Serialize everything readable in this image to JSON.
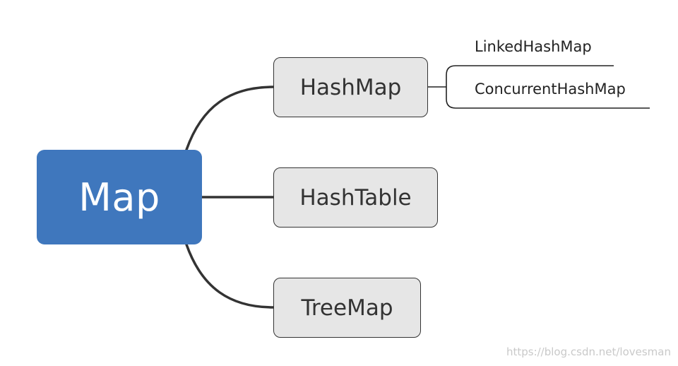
{
  "diagram": {
    "root": {
      "label": "Map",
      "color": "#3f77bd"
    },
    "children": [
      {
        "label": "HashMap",
        "sub": [
          "LinkedHashMap",
          "ConcurrentHashMap"
        ]
      },
      {
        "label": "HashTable"
      },
      {
        "label": "TreeMap"
      }
    ],
    "node_fill": "#e6e6e6",
    "line_color": "#333333"
  },
  "watermark": "https://blog.csdn.net/lovesman"
}
